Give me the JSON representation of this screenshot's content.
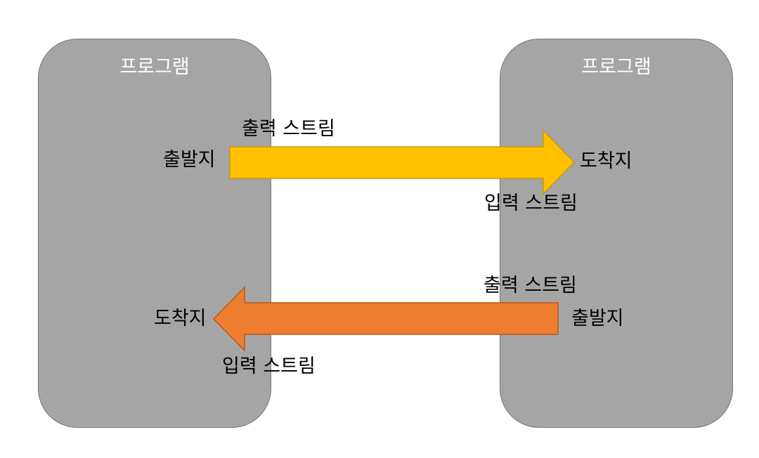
{
  "programs": [
    {
      "title": "프로그램"
    },
    {
      "title": "프로그램"
    }
  ],
  "upper_flow": {
    "source_label": "출발지",
    "output_stream_label": "출력 스트림",
    "destination_label": "도착지",
    "input_stream_label": "입력 스트림",
    "color": "#ffc000",
    "stroke": "#c99a0a"
  },
  "lower_flow": {
    "source_label": "출발지",
    "output_stream_label": "출력 스트림",
    "destination_label": "도착지",
    "input_stream_label": "입력 스트림",
    "color": "#ed7d31",
    "stroke": "#b85a1b"
  }
}
